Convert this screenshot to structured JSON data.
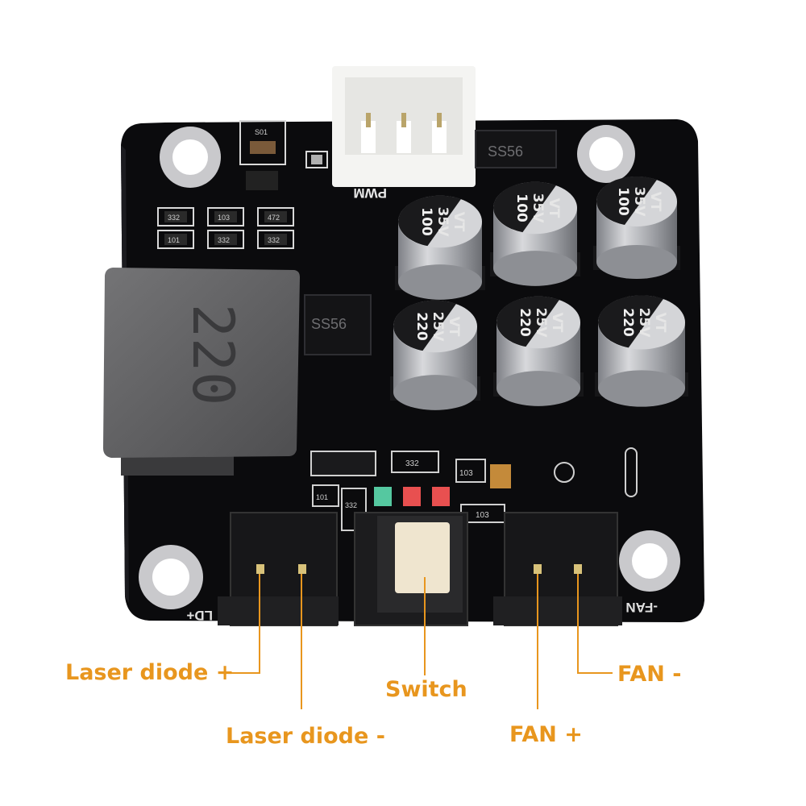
{
  "colors": {
    "accent": "#E8961E",
    "pcb": "#0b0b0d",
    "pad_silver": "#c9c9cc",
    "inductor": "#606062",
    "connector_white": "#f4f4f2",
    "switch_cap": "#efe5cf",
    "capacitor_top": "#1a1a1c",
    "capacitor_body": "#a9abb0"
  },
  "board": {
    "pwm_label": "PWM",
    "ld_label": "LD+",
    "fan_label": "-FAN",
    "inductor_marking": "220",
    "capacitor_small": [
      "100",
      "35V",
      "VT"
    ],
    "capacitor_large": [
      "220",
      "25V",
      "VT"
    ],
    "diode_marking": "SS56",
    "resistors": [
      "332",
      "103",
      "472",
      "101",
      "332",
      "332",
      "332",
      "103",
      "101",
      "332",
      "103"
    ],
    "top_ic": "S01"
  },
  "callouts": {
    "laser_plus": "Laser diode +",
    "laser_minus": "Laser diode -",
    "switch": "Switch",
    "fan_plus": "FAN +",
    "fan_minus": "FAN -"
  }
}
